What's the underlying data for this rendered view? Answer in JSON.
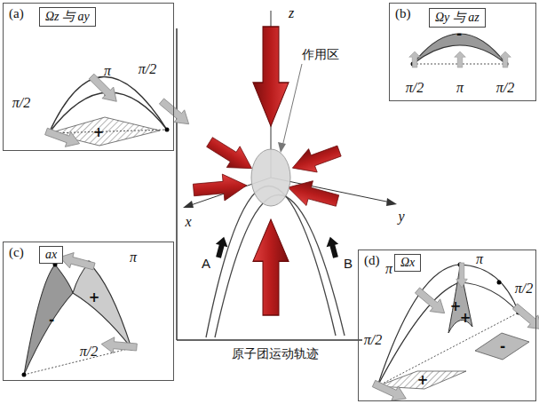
{
  "diagram": {
    "nodes": [
      {
        "text": [
          "(a)"
        ]
      },
      {
        "text": [
          "Ωz 与 ay"
        ],
        "in": 0
      },
      {
        "text": [
          "(b)"
        ]
      },
      {
        "text": [
          "Ωy 与 az"
        ],
        "in": 2
      },
      {
        "text": [
          "(c)"
        ]
      },
      {
        "text": [
          "ax"
        ],
        "in": 4
      },
      {
        "text": [
          "(d)"
        ]
      },
      {
        "text": [
          "Ωx"
        ],
        "in": 6
      }
    ],
    "labels": [
      "π",
      "π/2",
      "π/2",
      "+",
      "-",
      "π/2",
      "π",
      "π/2",
      "-",
      "+",
      "π",
      "π/2",
      "π",
      "π",
      "π/2",
      "π/2",
      "+",
      "-",
      "+",
      "+",
      "z",
      "作用区",
      "x",
      "y",
      "A",
      "B",
      "原子团运动轨迹"
    ]
  }
}
